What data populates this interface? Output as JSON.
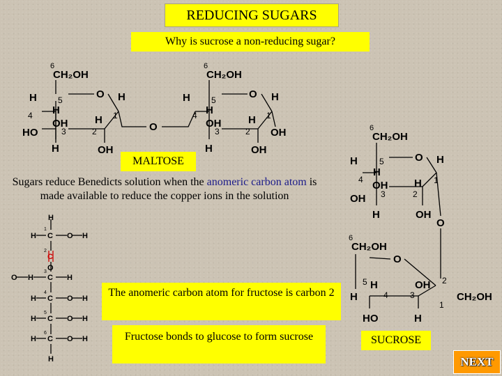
{
  "title": "REDUCING SUGARS",
  "question": "Why is sucrose a non-reducing sugar?",
  "maltose_label": "MALTOSE",
  "explanation": {
    "part1": "Sugars reduce Benedicts solution when the ",
    "highlight": "anomeric carbon atom",
    "part2": " is made available to reduce the copper ions in the solution"
  },
  "anomeric_box": "The anomeric carbon atom for fructose is carbon 2",
  "fructose_box": "Fructose bonds to glucose to form sucrose",
  "sucrose_label": "SUCROSE",
  "next_button": "NEXT",
  "colors": {
    "highlight_box": "#ffff00",
    "anomeric_carbon": "#cc0000",
    "next_button": "#ff9900",
    "highlight_text": "#1c1c8a"
  },
  "structure_text": {
    "ch2oh": "CH₂OH",
    "h": "H",
    "o": "O",
    "oh": "OH",
    "ho": "HO",
    "c": "C",
    "c2_red": "C",
    "dbl_o": "O",
    "n1": "1",
    "n2": "2",
    "n3": "3",
    "n4": "4",
    "n5": "5",
    "n6": "6"
  }
}
